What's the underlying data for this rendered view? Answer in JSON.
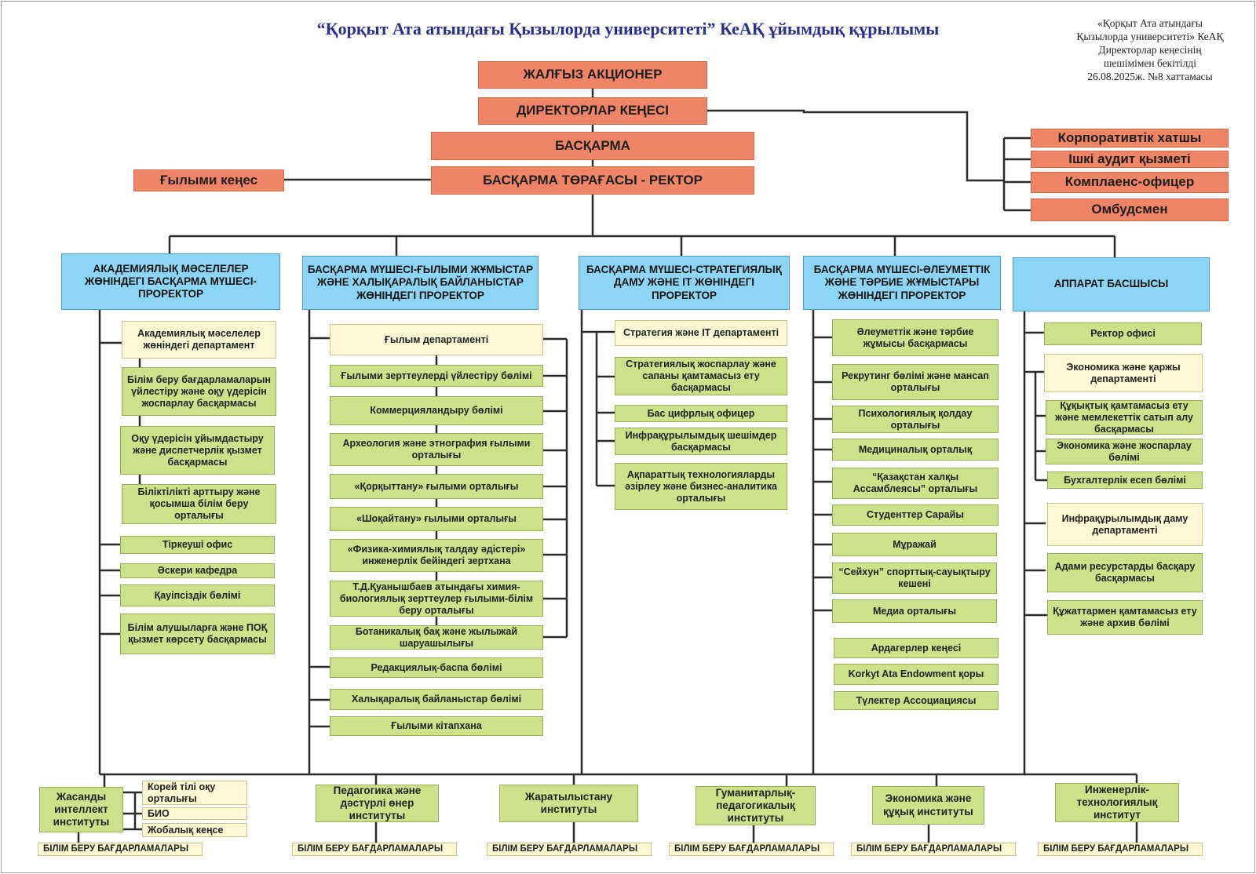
{
  "title": "“Қорқыт Ата атындағы Қызылорда университеті” КеАҚ ұйымдық құрылымы",
  "approval": {
    "line1": "«Қорқыт Ата атындағы",
    "line2": "Қызылорда университеті» КеАҚ",
    "line3": "Директорлар кеңесінің",
    "line4": "шешімімен бекітілді",
    "line5": "26.08.2025ж. №8 хаттамасы"
  },
  "top": {
    "shareholder": "ЖАЛҒЫЗ АКЦИОНЕР",
    "board_of_directors": "ДИРЕКТОРЛАР КЕҢЕСІ",
    "management_board": "БАСҚАРМА",
    "chairman_rector": "БАСҚАРМА ТӨРАҒАСЫ - РЕКТОР",
    "scientific_council": "Ғылыми кеңес"
  },
  "board_units": [
    "Корпоративтік хатшы",
    "Ішкі аудит қызметі",
    "Комплаенс-офицер",
    "Омбудсмен"
  ],
  "columns": [
    {
      "head": "АКАДЕМИЯЛЫҚ МӘСЕЛЕЛЕР ЖӨНІНДЕГІ БАСҚАРМА МҮШЕСІ-ПРОРЕКТОР",
      "units": [
        "Академиялық мәселелер жөніндегі департамент",
        "Білім беру бағдарламаларын үйлестіру және оқу үдерісін жоспарлау басқармасы",
        "Оқу үдерісін ұйымдастыру және диспетчерлік қызмет басқармасы",
        "Біліктілікті арттыру және қосымша білім беру орталығы",
        "Тіркеуші офис",
        "Әскери кафедра",
        "Қауіпсіздік бөлімі",
        "Білім алушыларға және ПОҚ қызмет көрсету басқармасы"
      ]
    },
    {
      "head": "БАСҚАРМА МҮШЕСІ-ҒЫЛЫМИ ЖҰМЫСТАР ЖӘНЕ ХАЛЫҚАРАЛЫҚ БАЙЛАНЫСТАР ЖӨНІНДЕГІ ПРОРЕКТОР",
      "units": [
        "Ғылым департаменті",
        "Ғылыми зерттеулерді үйлестіру бөлімі",
        "Коммерцияландыру бөлімі",
        "Археология және этнография ғылыми орталығы",
        "«Қорқыттану» ғылыми орталығы",
        "«Шоқайтану» ғылыми орталығы",
        "«Физика-химиялық талдау әдістері» инженерлік бейіндегі зертхана",
        "Т.Д.Қуанышбаев атындағы химия-биологиялық зерттеулер ғылыми-білім беру орталығы",
        "Ботаникалық бақ және жылыжай шаруашылығы",
        "Редакциялық-баспа бөлімі",
        "Халықаралық байланыстар бөлімі",
        "Ғылыми кітапхана"
      ]
    },
    {
      "head": "БАСҚАРМА МҮШЕСІ-СТРАТЕГИЯЛЫҚ ДАМУ ЖӘНЕ IT ЖӨНІНДЕГІ ПРОРЕКТОР",
      "units": [
        "Стратегия және IT департаменті",
        "Стратегиялық жоспарлау және сапаны қамтамасыз ету басқармасы",
        "Бас цифрлық офицер",
        "Инфрақұрылымдық шешімдер басқармасы",
        "Ақпараттық технологияларды әзірлеу және бизнес-аналитика орталығы"
      ]
    },
    {
      "head": "БАСҚАРМА МҮШЕСІ-ӘЛЕУМЕТТІК ЖӘНЕ ТӘРБИЕ ЖҰМЫСТАРЫ ЖӨНІНДЕГІ ПРОРЕКТОР",
      "units": [
        "Әлеуметтік және тәрбие жұмысы басқармасы",
        "Рекрутинг бөлімі және мансап орталығы",
        "Психологиялық қолдау орталығы",
        "Медициналық орталық",
        "“Қазақстан халқы Ассамблеясы” орталығы",
        "Студенттер Сарайы",
        "Мұражай",
        "“Сейхун” спорттық-сауықтыру кешені",
        "Медиа орталығы",
        "Ардагерлер кеңесі",
        "Korkyt Ata Endowment қоры",
        "Түлектер Ассоциациясы"
      ]
    },
    {
      "head": "АППАРАТ БАСШЫСЫ",
      "units": [
        "Ректор офисі",
        "Экономика және қаржы департаменті",
        "Құқықтық қамтамасыз ету және мемлекеттік сатып алу басқармасы",
        "Экономика және жоспарлау бөлімі",
        "Бухгалтерлік есеп бөлімі",
        "Инфрақұрылымдық даму департаменті",
        "Адами ресурстарды басқару басқармасы",
        "Құжаттармен қамтамасыз ету және архив бөлімі"
      ]
    }
  ],
  "institutes": [
    "Жасанды интеллект институты",
    "Педагогика және дәстүрлі өнер институты",
    "Жаратылыстану институты",
    "Гуманитарлық-педагогикалық институты",
    "Экономика және құқық институты",
    "Инженерлік-технологиялық институт"
  ],
  "ai_units": [
    "Корей тілі оқу орталығы",
    "БИО",
    "Жобалық кеңсе"
  ],
  "edu_programs_label": "БІЛІМ БЕРУ БАҒДАРЛАМАЛАРЫ",
  "colors": {
    "leadership": "#f08466",
    "vice_rector": "#8dd5f4",
    "unit": "#cde08a",
    "department": "#fdf7d3",
    "title": "#262f8c",
    "line": "#2b2b2b"
  }
}
